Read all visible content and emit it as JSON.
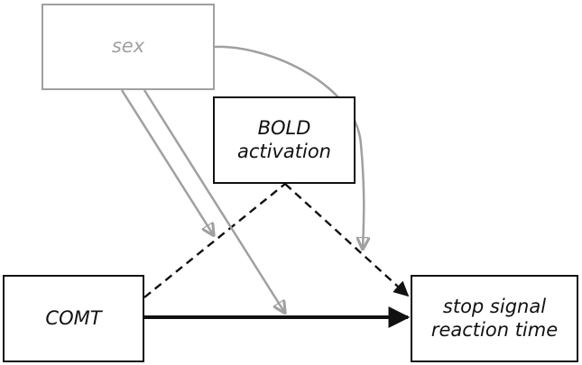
{
  "nodes": {
    "sex": {
      "label": "sex"
    },
    "bold": {
      "label": "BOLD\nactivation"
    },
    "comt": {
      "label": "COMT"
    },
    "ssrt": {
      "label": "stop signal\nreaction time"
    }
  },
  "edges": [
    {
      "id": "comt-to-ssrt",
      "from": "COMT",
      "to": "stop signal reaction time",
      "style": "solid"
    },
    {
      "id": "comt-to-bold",
      "from": "COMT",
      "to": "BOLD activation",
      "style": "dashed"
    },
    {
      "id": "bold-to-ssrt",
      "from": "BOLD activation",
      "to": "stop signal reaction time",
      "style": "dashed"
    },
    {
      "id": "sex-to-path-a",
      "from": "sex",
      "to": "COMT → BOLD activation path",
      "style": "gray"
    },
    {
      "id": "sex-to-path-c",
      "from": "sex",
      "to": "COMT → stop signal reaction time path",
      "style": "gray"
    },
    {
      "id": "sex-to-path-b",
      "from": "sex",
      "to": "BOLD activation → stop signal reaction time path",
      "style": "gray"
    }
  ],
  "colors": {
    "dark": "#111111",
    "gray": "#a0a0a0"
  }
}
